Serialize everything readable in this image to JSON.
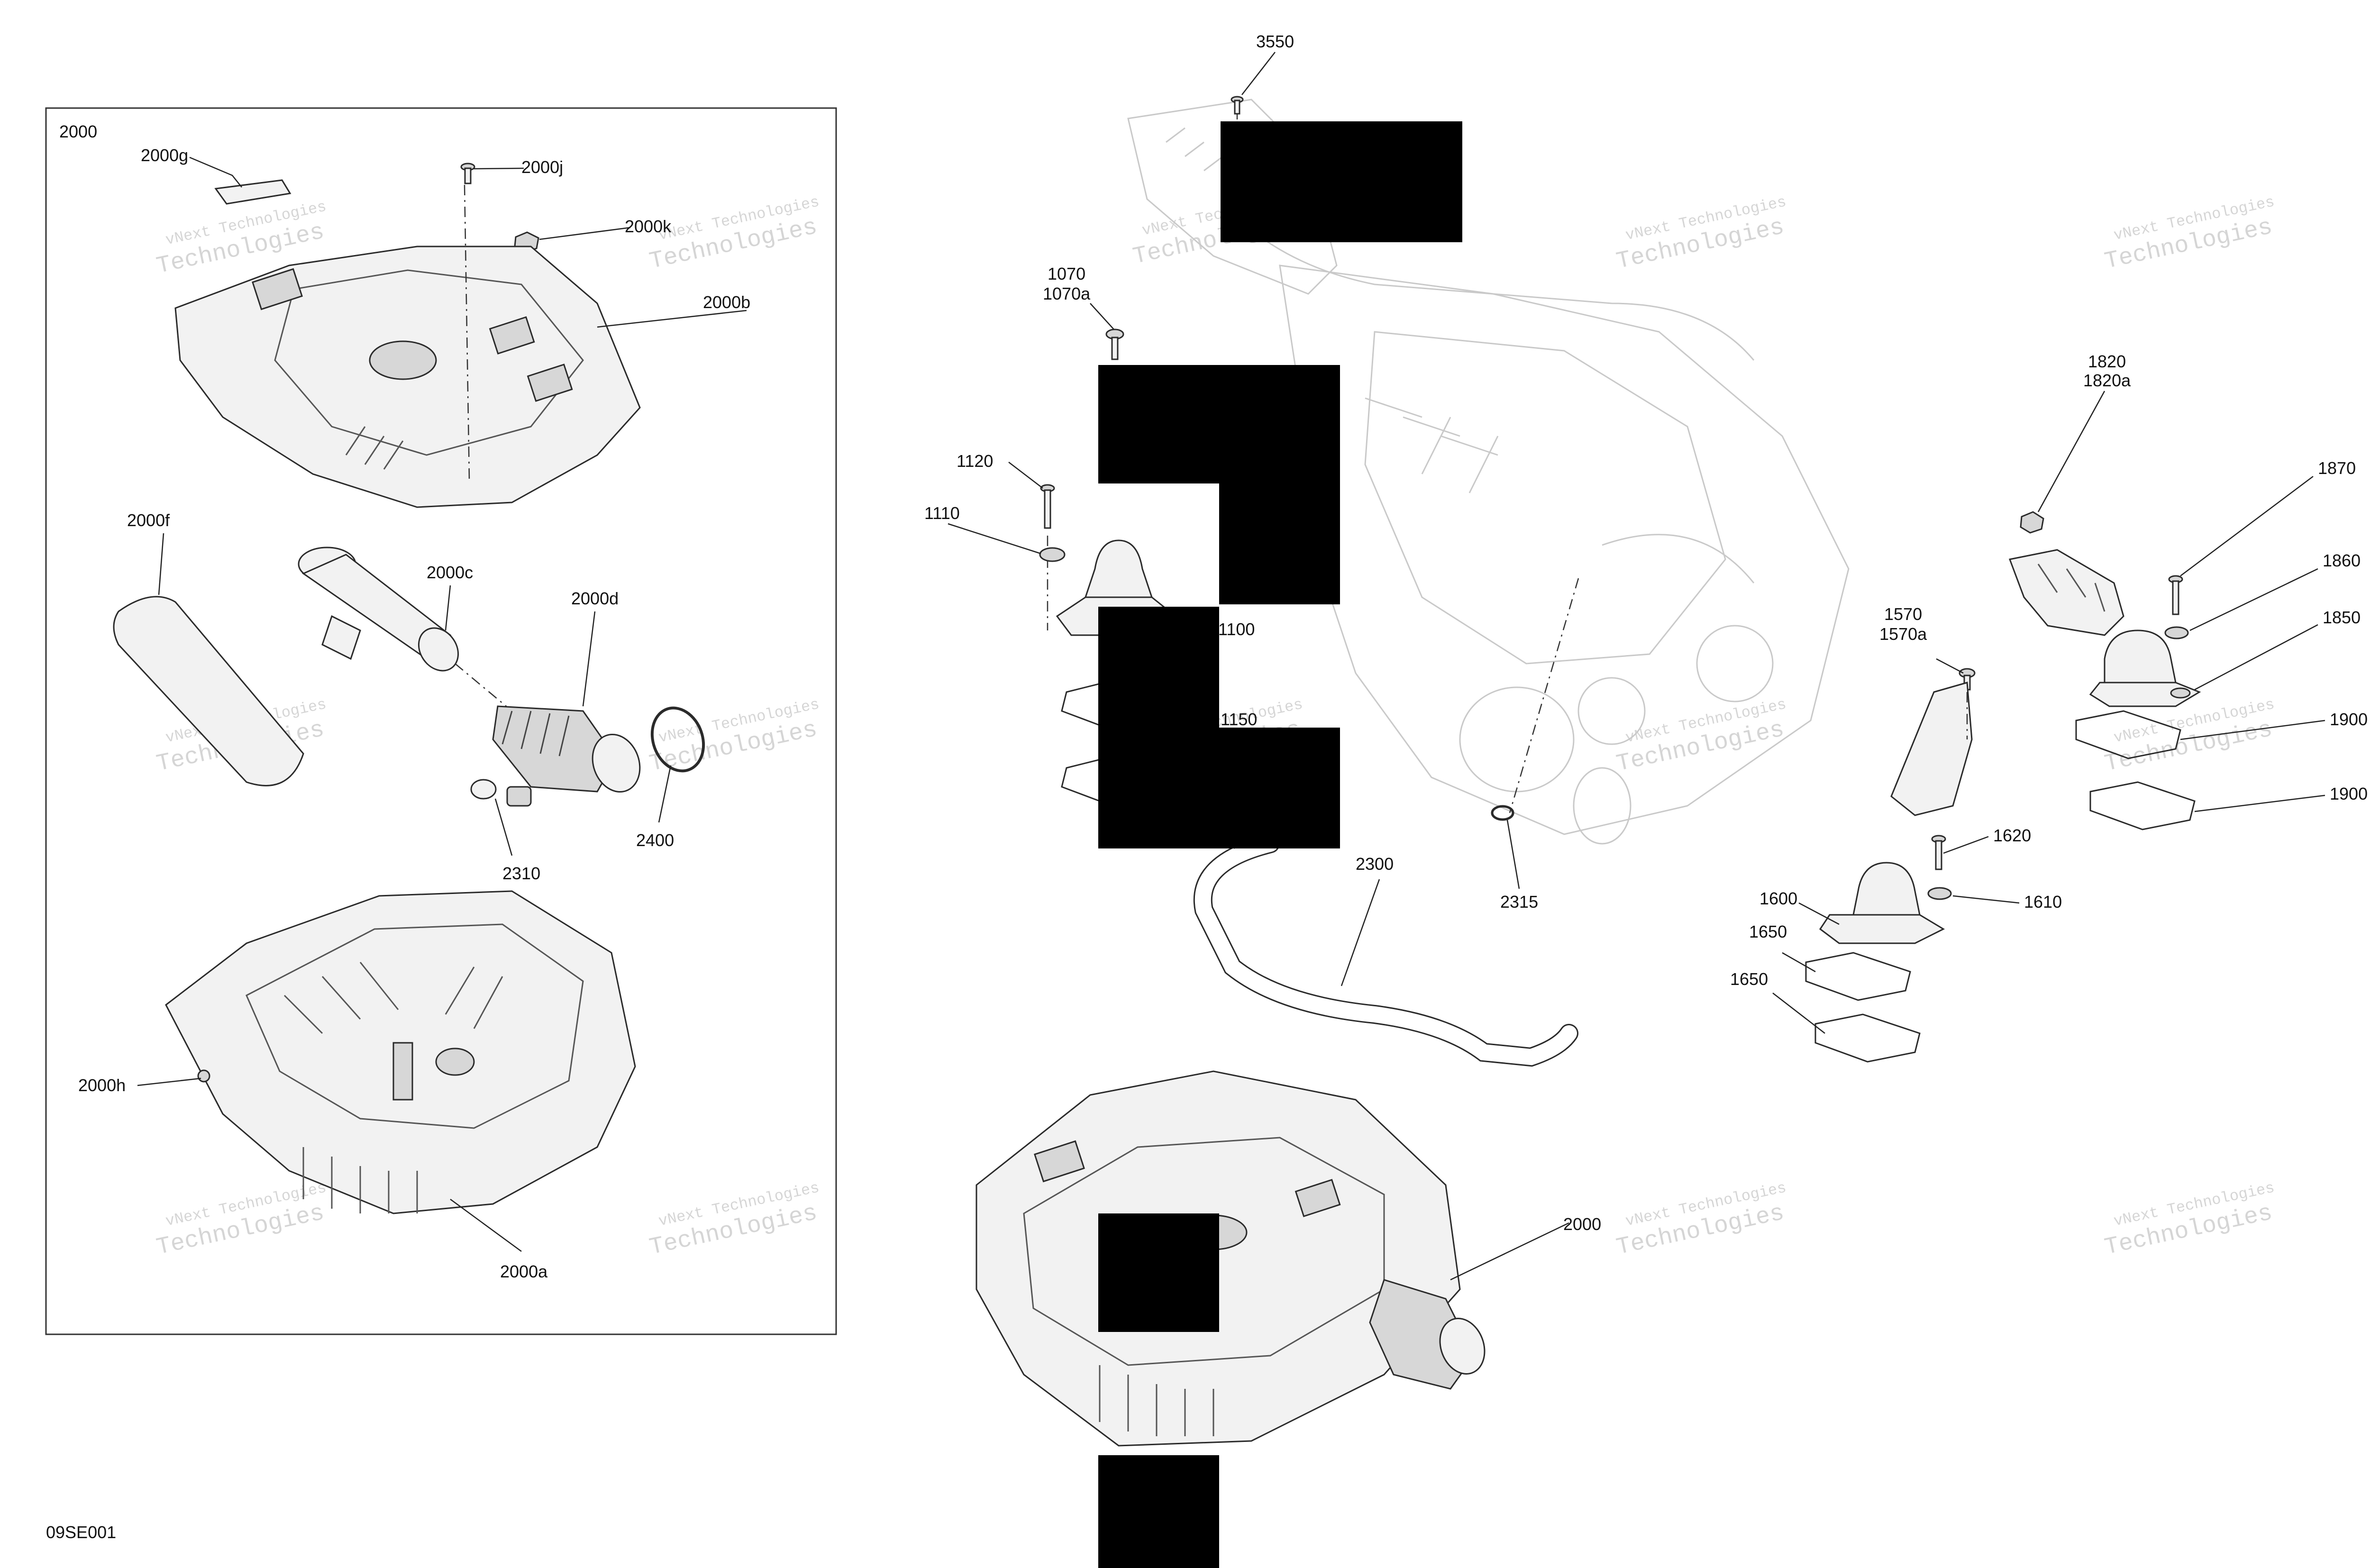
{
  "figure_code": "09SE001",
  "inset": {
    "title": "2000"
  },
  "callouts": {
    "c2000g": "2000g",
    "c2000j": "2000j",
    "c2000k": "2000k",
    "c2000b": "2000b",
    "c2000f": "2000f",
    "c2000c": "2000c",
    "c2000d": "2000d",
    "c2310": "2310",
    "c2400": "2400",
    "c2000h": "2000h",
    "c2000a": "2000a",
    "c3550": "3550",
    "c1070": "1070",
    "c1070a": "1070a",
    "c1120": "1120",
    "c1110": "1110",
    "c1100": "1100",
    "c1150": "1150",
    "c2300": "2300",
    "c2315": "2315",
    "c2000": "2000",
    "c1820": "1820",
    "c1820a": "1820a",
    "c1870": "1870",
    "c1860": "1860",
    "c1850": "1850",
    "c1900a": "1900",
    "c1900b": "1900",
    "c1570": "1570",
    "c1570a": "1570a",
    "c1620": "1620",
    "c1600": "1600",
    "c1610": "1610",
    "c1650a": "1650",
    "c1650b": "1650"
  },
  "watermark": {
    "line1": "vNext Technologies",
    "line2": "Technologies"
  },
  "colors": {
    "ink": "#111111",
    "watermark": "#b4b4b4",
    "redaction": "#000000"
  }
}
